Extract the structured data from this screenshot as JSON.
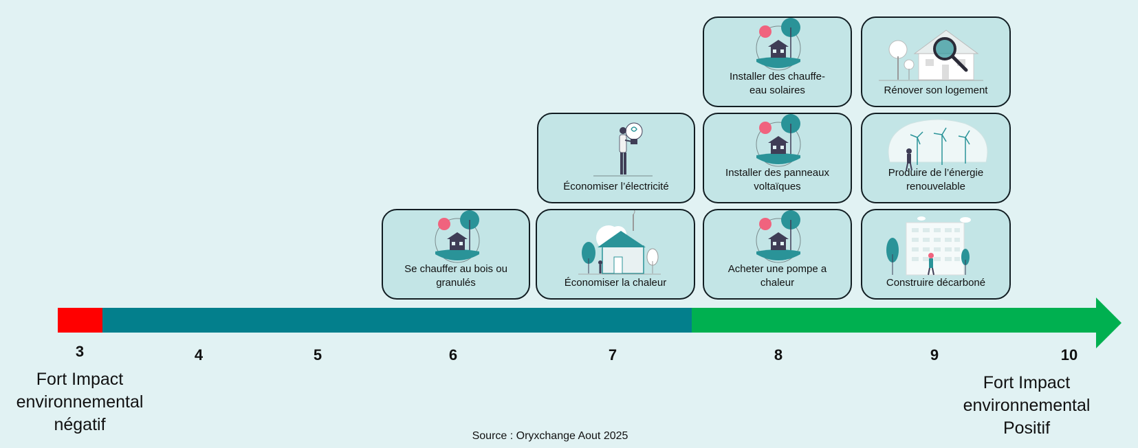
{
  "colors": {
    "background": "#e1f2f3",
    "card_fill": "#c3e5e6",
    "card_border": "#111d22",
    "axis_red": "#ff0000",
    "axis_teal": "#037f8c",
    "axis_green": "#00b050",
    "accent_teal": "#2a9398",
    "accent_pink": "#f0637e"
  },
  "axis": {
    "ticks": [
      "3",
      "4",
      "5",
      "6",
      "7",
      "8",
      "9",
      "10"
    ],
    "left_label": [
      "Fort Impact",
      "environnemental",
      "négatif"
    ],
    "right_label": [
      "Fort Impact",
      "environnemental",
      "Positif"
    ]
  },
  "cards": [
    {
      "score": 6,
      "label": [
        "Se chauffer au bois ou",
        "granulés"
      ],
      "icon": "house-globe-icon"
    },
    {
      "score": 7,
      "label": [
        "Économiser l’électricité"
      ],
      "icon": "woman-lightbulb-icon"
    },
    {
      "score": 7,
      "label": [
        "Économiser la chaleur"
      ],
      "icon": "house-garden-icon"
    },
    {
      "score": 8,
      "label": [
        "Installer des chauffe-",
        "eau solaires"
      ],
      "icon": "house-globe-icon"
    },
    {
      "score": 8,
      "label": [
        "Installer des panneaux",
        "voltaïques"
      ],
      "icon": "house-globe-icon"
    },
    {
      "score": 8,
      "label": [
        "Acheter une pompe a",
        "chaleur"
      ],
      "icon": "house-globe-icon"
    },
    {
      "score": 9,
      "label": [
        "Rénover son logement"
      ],
      "icon": "house-magnifier-icon"
    },
    {
      "score": 9,
      "label": [
        "Produire de l’énergie",
        "renouvelable"
      ],
      "icon": "wind-turbines-icon"
    },
    {
      "score": 9,
      "label": [
        "Construire décarboné"
      ],
      "icon": "building-icon"
    }
  ],
  "source": "Source : Oryxchange Aout 2025"
}
